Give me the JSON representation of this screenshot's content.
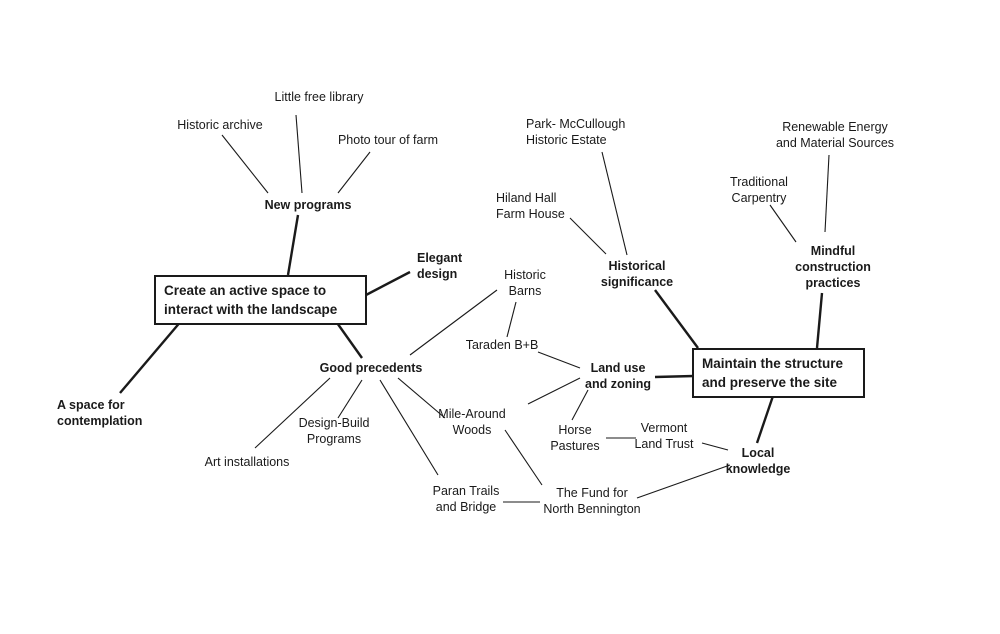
{
  "nodes": {
    "create_active": "Create an active space to\ninteract with the landscape",
    "maintain_structure": "Maintain the structure\nand preserve the site",
    "new_programs": "New programs",
    "historic_archive": "Historic archive",
    "little_free_library": "Little free library",
    "photo_tour": "Photo tour of farm",
    "elegant_design": "Elegant\ndesign",
    "space_contemplation": "A space for\ncontemplation",
    "good_precedents": "Good precedents",
    "art_installations": "Art installations",
    "design_build": "Design-Build\nPrograms",
    "historic_barns": "Historic\nBarns",
    "taraden": "Taraden B+B",
    "mile_around": "Mile-Around\nWoods",
    "paran_trails": "Paran Trails\nand Bridge",
    "fund_nb": "The Fund for\nNorth Bennington",
    "land_use": "Land use\nand zoning",
    "horse_pastures": "Horse\nPastures",
    "vermont_land_trust": "Vermont\nLand Trust",
    "local_knowledge": "Local\nknowledge",
    "historical_significance": "Historical\nsignificance",
    "park_mccullough": "Park- McCullough\nHistoric Estate",
    "hiland_hall": "Hiland Hall\nFarm House",
    "mindful_construction": "Mindful\nconstruction\npractices",
    "traditional_carpentry": "Traditional\nCarpentry",
    "renewable_energy": "Renewable Energy\nand Material Sources"
  },
  "colors": {
    "ink": "#1a1a1a",
    "background": "#ffffff"
  }
}
